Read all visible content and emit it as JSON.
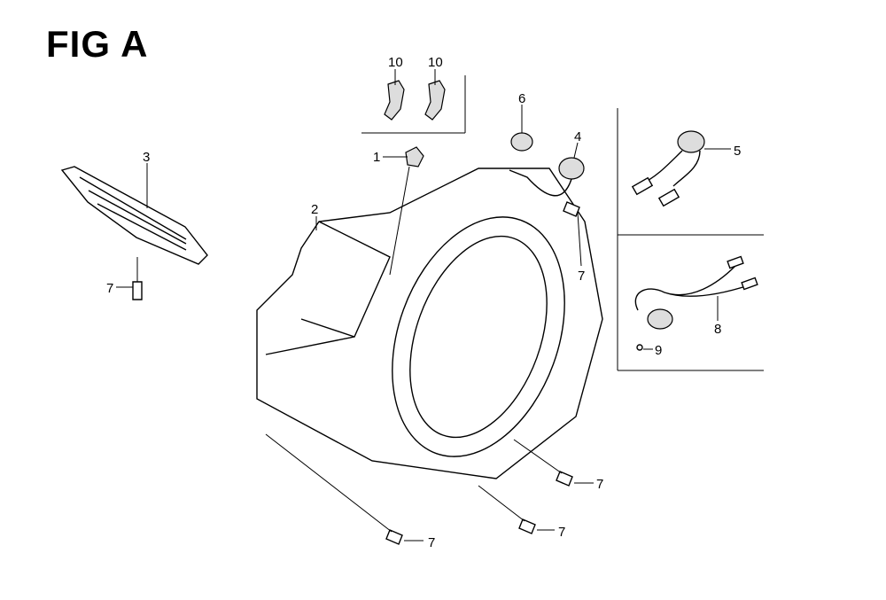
{
  "figure": {
    "title": "FIG A",
    "callouts": {
      "c10a": "10",
      "c10b": "10",
      "c6": "6",
      "c4": "4",
      "c1": "1",
      "c5": "5",
      "c3": "3",
      "c2": "2",
      "c7a": "7",
      "c7b": "7",
      "c7c": "7",
      "c7d": "7",
      "c7e": "7",
      "c8": "8",
      "c9": "9"
    }
  }
}
